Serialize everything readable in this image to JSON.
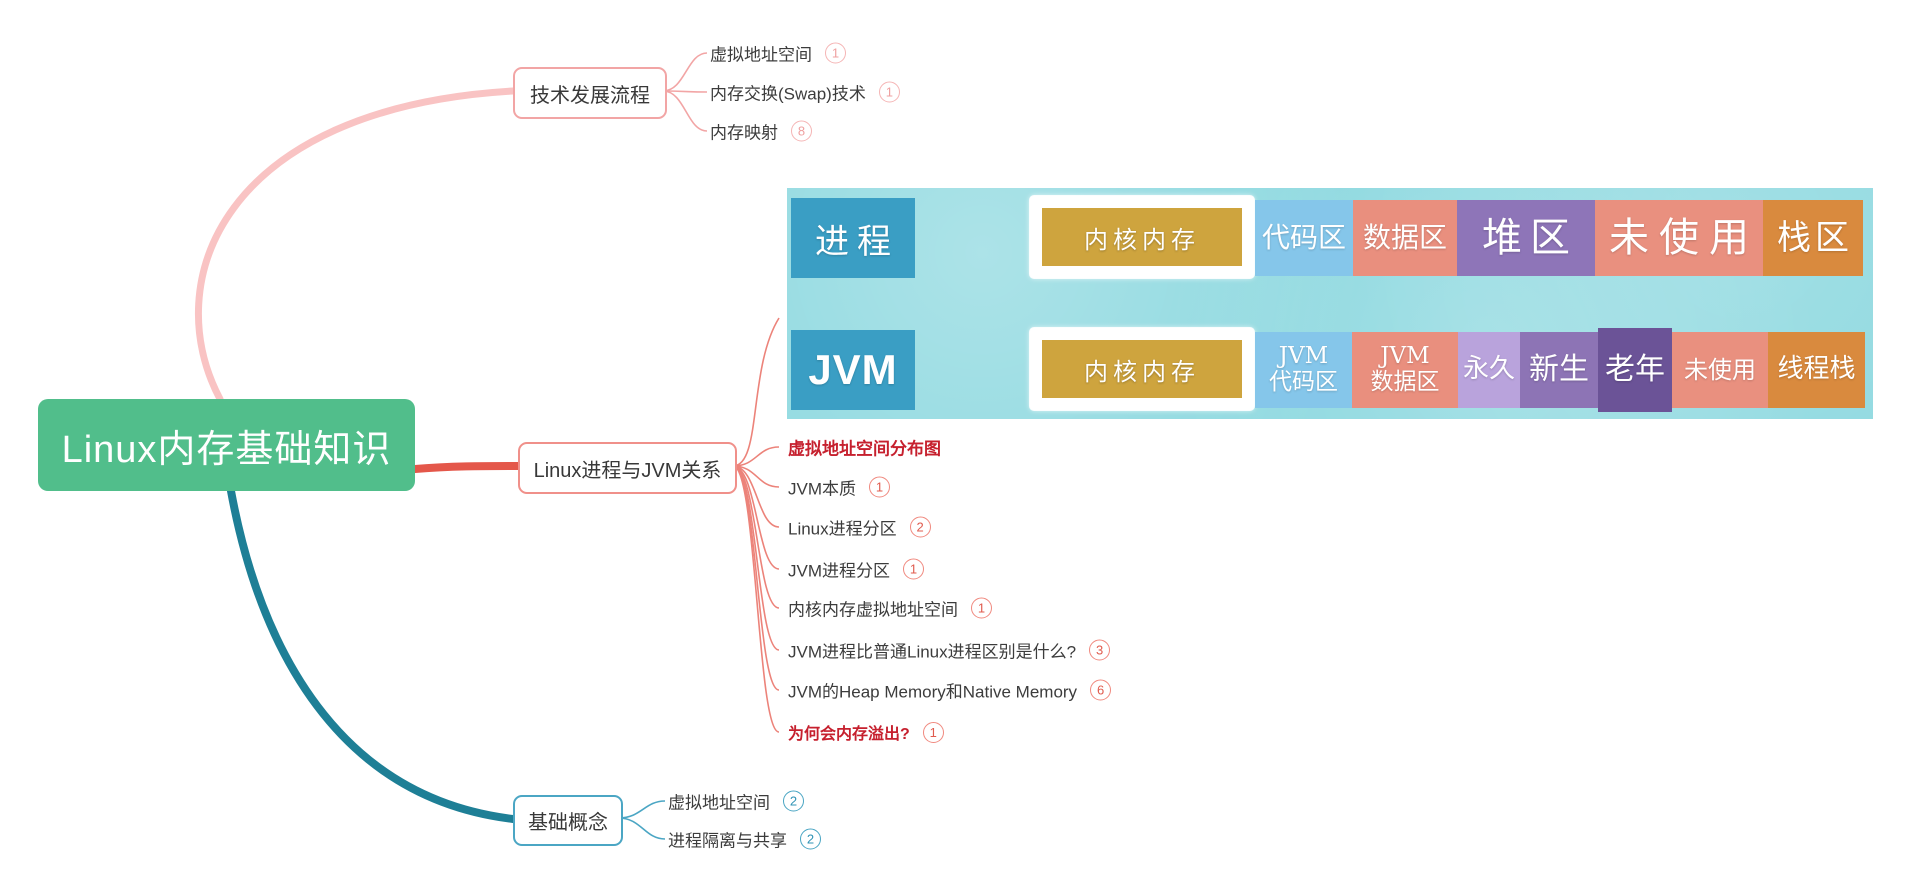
{
  "root": {
    "label": "Linux内存基础知识",
    "bg": "#51BE8B"
  },
  "branches": [
    {
      "label": "技术发展流程",
      "line_color": "#F9C3C3",
      "border_color": "#F2A5A5",
      "children": [
        {
          "label": "虚拟地址空间",
          "badge": "1"
        },
        {
          "label": "内存交换(Swap)技术",
          "badge": "1"
        },
        {
          "label": "内存映射",
          "badge": "8"
        }
      ]
    },
    {
      "label": "Linux进程与JVM关系",
      "line_color": "#E4574A",
      "border_color": "#F0908A",
      "children": [
        {
          "label": "虚拟地址空间分布图",
          "emphasis": true
        },
        {
          "label": "JVM本质",
          "badge": "1"
        },
        {
          "label": "Linux进程分区",
          "badge": "2"
        },
        {
          "label": "JVM进程分区",
          "badge": "1"
        },
        {
          "label": "内核内存虚拟地址空间",
          "badge": "1"
        },
        {
          "label": "JVM进程比普通Linux进程区别是什么?",
          "badge": "3"
        },
        {
          "label": "JVM的Heap Memory和Native Memory",
          "badge": "6"
        },
        {
          "label": "为何会内存溢出?",
          "badge": "1",
          "emphasis": true
        }
      ]
    },
    {
      "label": "基础概念",
      "line_color": "#1E7F96",
      "border_color": "#4BA6C4",
      "children": [
        {
          "label": "虚拟地址空间",
          "badge": "2"
        },
        {
          "label": "进程隔离与共享",
          "badge": "2"
        }
      ]
    }
  ],
  "diagram": {
    "background": "#8CD8DF",
    "rows": [
      {
        "title": "进程",
        "title_bg": "#3A9EC4",
        "kernel": {
          "label": "内核内存",
          "bg": "#CEA43E"
        },
        "segments": [
          {
            "label": "代码区",
            "bg": "#85C6EA"
          },
          {
            "label": "数据区",
            "bg": "#E98F7E"
          },
          {
            "label": "堆区",
            "bg": "#8E75B8"
          },
          {
            "label": "未使用",
            "bg": "#E9907F"
          },
          {
            "label": "栈区",
            "bg": "#D98A3E"
          }
        ]
      },
      {
        "title": "JVM",
        "title_bg": "#3A9EC4",
        "kernel": {
          "label": "内核内存",
          "bg": "#CEA43E"
        },
        "segments": [
          {
            "label": "JVM\n代码区",
            "bg": "#85C6EA"
          },
          {
            "label": "JVM\n数据区",
            "bg": "#E98F7E"
          },
          {
            "label": "永久",
            "bg": "#B9A3DC"
          },
          {
            "label": "新生",
            "bg": "#8D74B5"
          },
          {
            "label": "老年",
            "bg": "#6B5397"
          },
          {
            "label": "未使用",
            "bg": "#E9907F"
          },
          {
            "label": "线程栈",
            "bg": "#D98A3E"
          }
        ]
      }
    ]
  }
}
